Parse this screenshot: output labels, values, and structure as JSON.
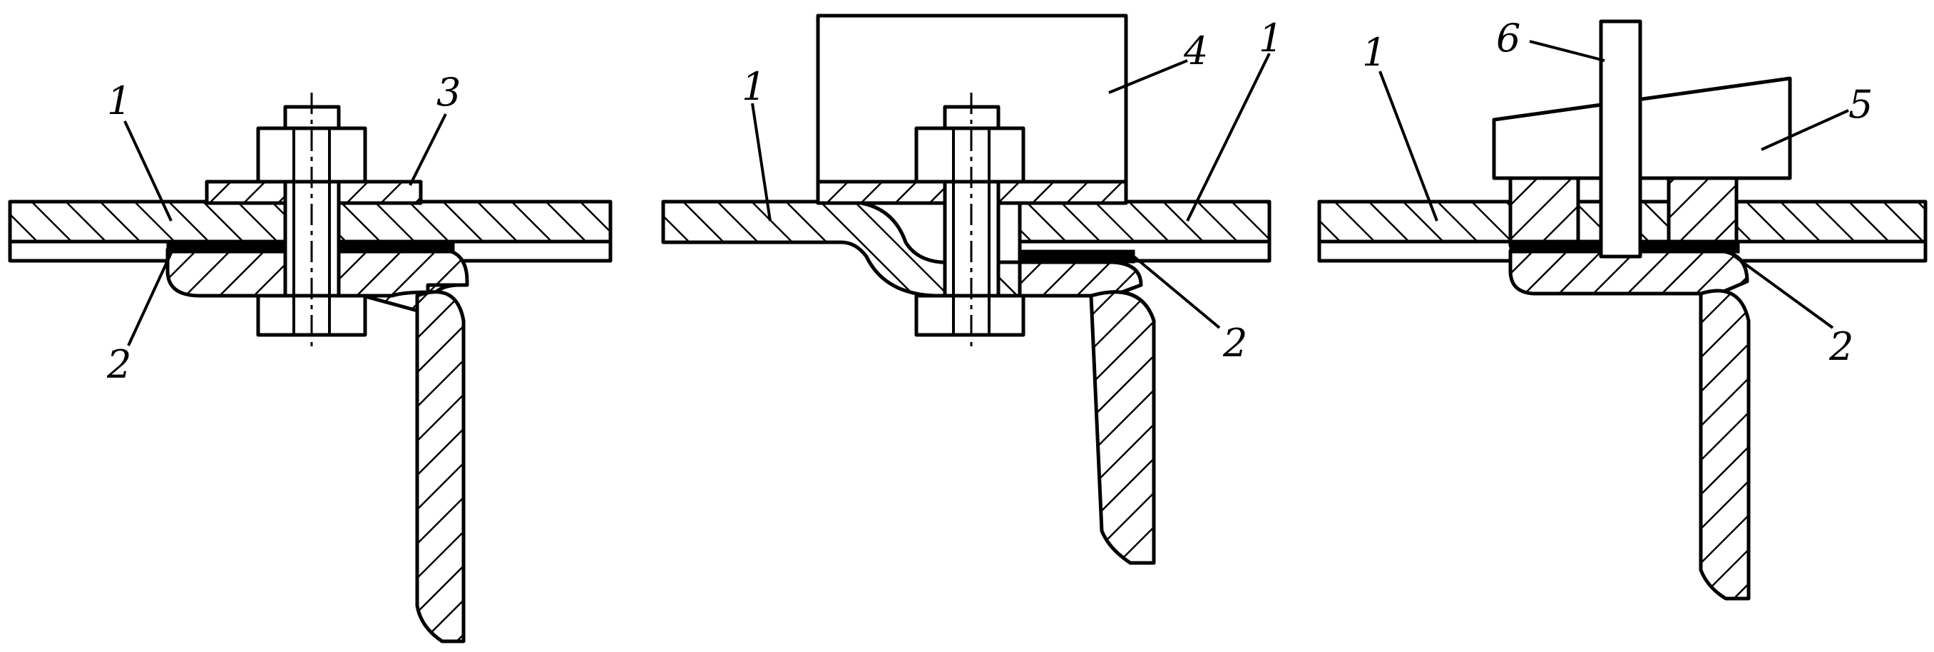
{
  "figure": {
    "panels": [
      {
        "id": "a",
        "labels": [
          "1",
          "3",
          "2"
        ]
      },
      {
        "id": "b",
        "labels": [
          "1",
          "4",
          "1",
          "2"
        ]
      },
      {
        "id": "c",
        "labels": [
          "1",
          "6",
          "5",
          "2"
        ]
      }
    ]
  },
  "colors": {
    "ink": "#000000",
    "paper": "#ffffff"
  }
}
